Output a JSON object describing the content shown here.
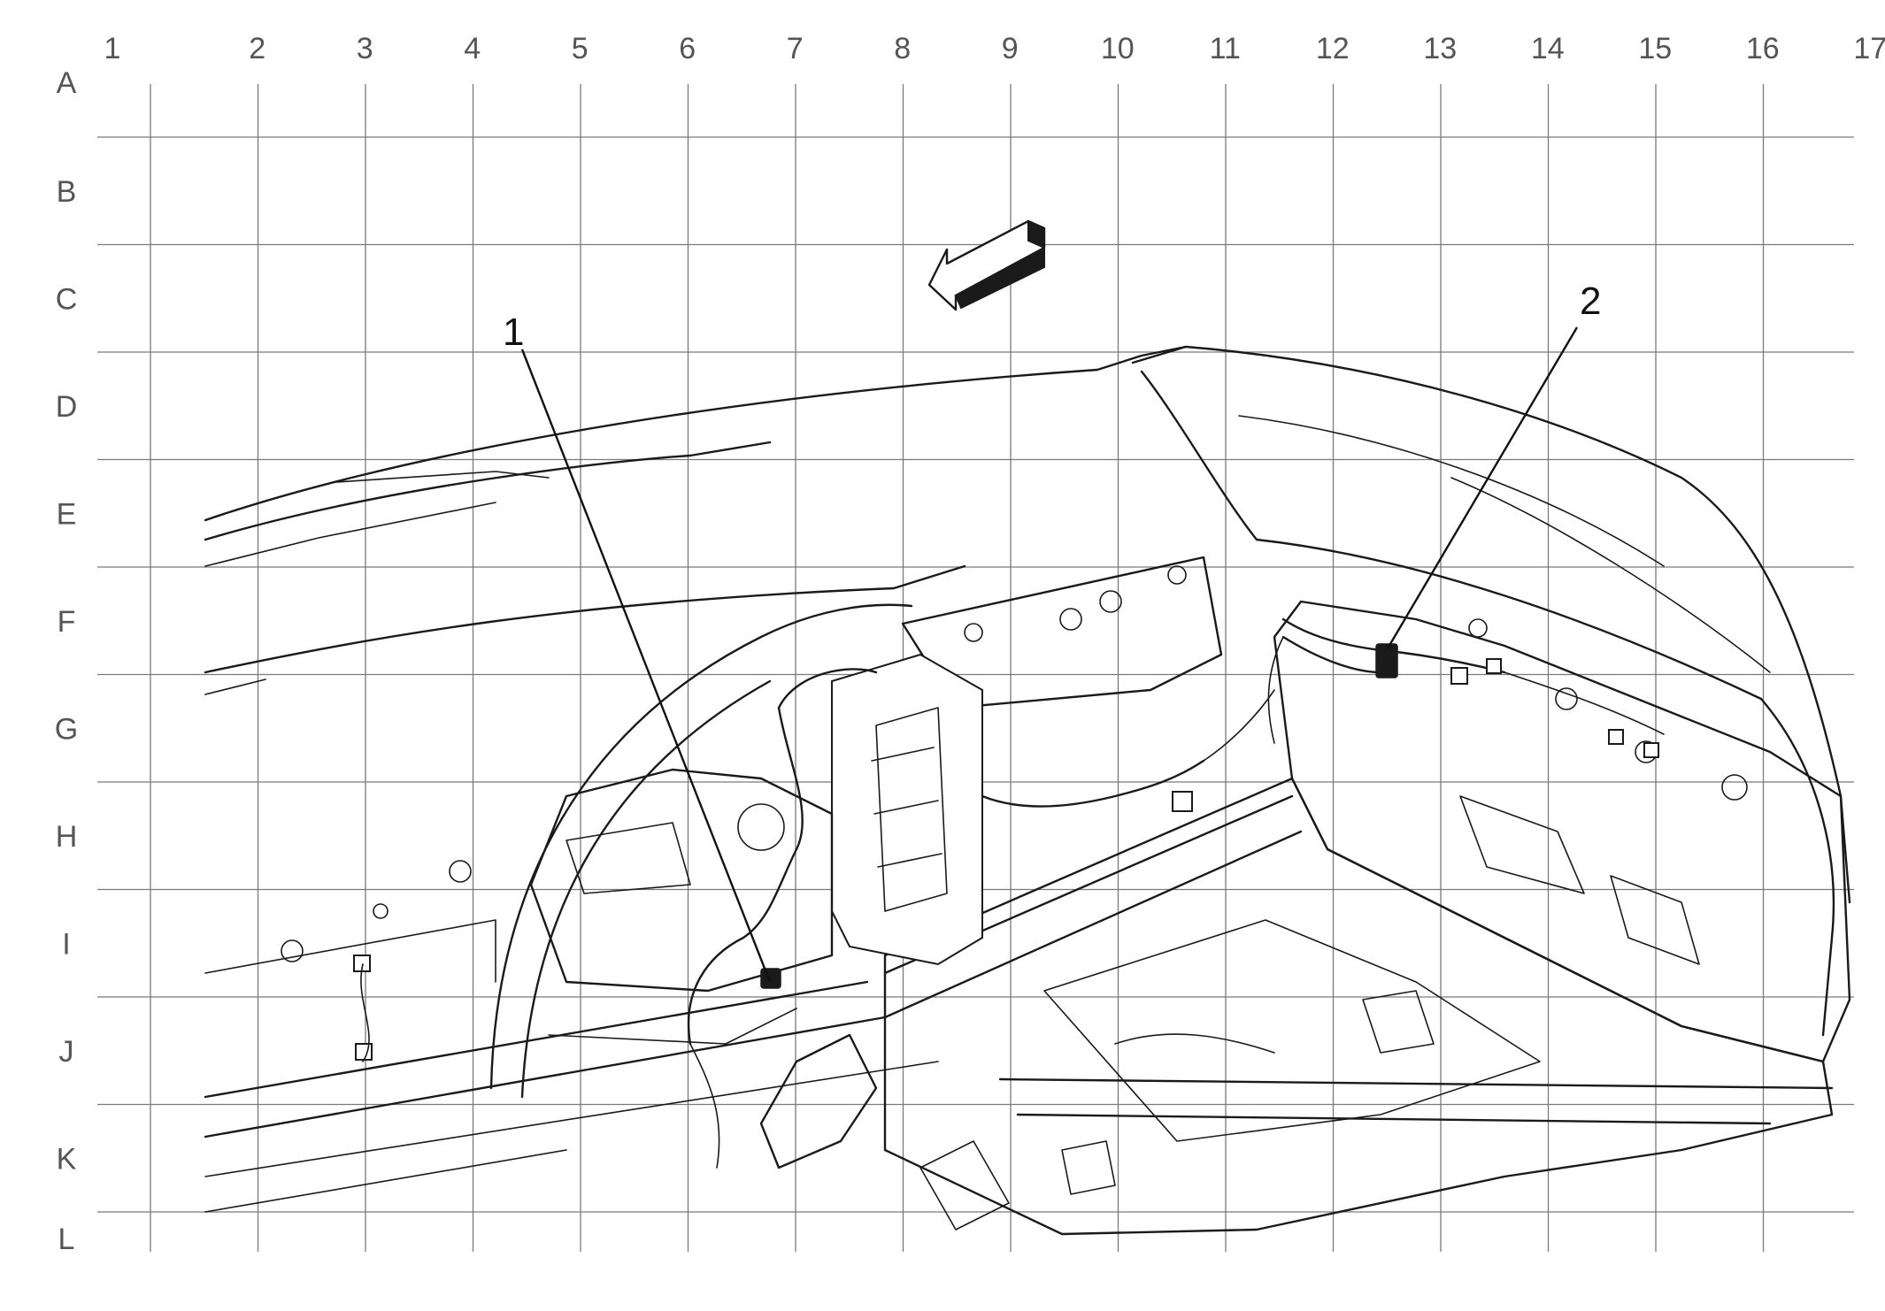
{
  "grid": {
    "columns": [
      "1",
      "2",
      "3",
      "4",
      "5",
      "6",
      "7",
      "8",
      "9",
      "10",
      "11",
      "12",
      "13",
      "14",
      "15",
      "16",
      "17"
    ],
    "rows": [
      "A",
      "B",
      "C",
      "D",
      "E",
      "F",
      "G",
      "H",
      "I",
      "J",
      "K",
      "L"
    ]
  },
  "callouts": [
    {
      "id": "1",
      "label": "1"
    },
    {
      "id": "2",
      "label": "2"
    }
  ],
  "direction_arrow": {
    "icon": "front-direction-arrow-icon"
  }
}
